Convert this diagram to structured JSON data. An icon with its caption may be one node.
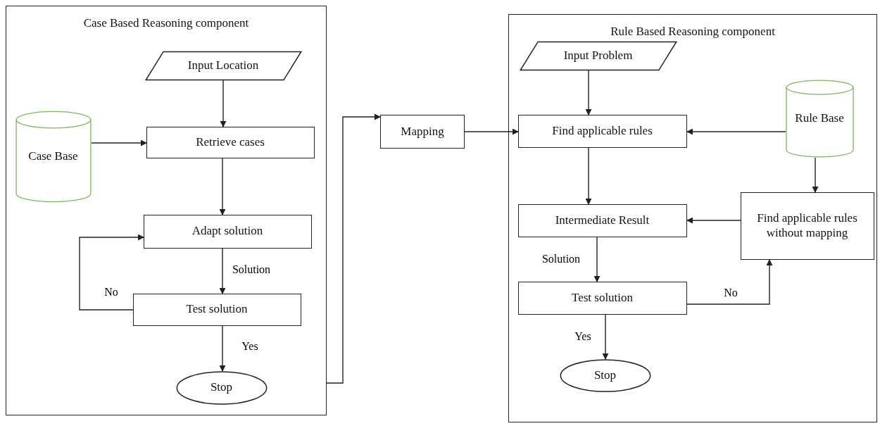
{
  "diagram": {
    "nodes": [
      {
        "text": [
          "Case Based Reasoning component"
        ]
      },
      {
        "text": [
          "Input Location"
        ],
        "in": 0
      },
      {
        "text": [
          "Case Base"
        ],
        "in": 0
      },
      {
        "text": [
          "Retrieve cases"
        ],
        "in": 0
      },
      {
        "text": [
          "Adapt solution"
        ],
        "in": 0
      },
      {
        "text": [
          "Test solution"
        ],
        "in": 0
      },
      {
        "text": [
          "Stop"
        ],
        "in": 0
      },
      {
        "text": [
          "Mapping"
        ]
      },
      {
        "text": [
          "Rule Based Reasoning component"
        ]
      },
      {
        "text": [
          "Input Problem"
        ],
        "in": 8
      },
      {
        "text": [
          "Find applicable rules"
        ],
        "in": 8
      },
      {
        "text": [
          "Rule Base"
        ],
        "in": 8
      },
      {
        "text": [
          "Intermediate Result"
        ],
        "in": 8
      },
      {
        "text": [
          "Find applicable rules without mapping"
        ],
        "in": 8
      },
      {
        "text": [
          "Test solution"
        ],
        "in": 8
      },
      {
        "text": [
          "Stop"
        ],
        "in": 8
      }
    ],
    "edges": [
      {
        "from": 1,
        "to": 3,
        "arrow": "to"
      },
      {
        "from": 2,
        "to": 3,
        "arrow": "to"
      },
      {
        "from": 3,
        "to": 4,
        "arrow": "to"
      },
      {
        "from": 4,
        "to": 5,
        "arrow": "to",
        "label": "Solution"
      },
      {
        "from": 5,
        "to": 4,
        "arrow": "to",
        "label": "No"
      },
      {
        "from": 5,
        "to": 6,
        "arrow": "to",
        "label": "Yes"
      },
      {
        "from": 0,
        "to": 7,
        "arrow": "to"
      },
      {
        "from": 7,
        "to": 10,
        "arrow": "to"
      },
      {
        "from": 9,
        "to": 10,
        "arrow": "to"
      },
      {
        "from": 11,
        "to": 10,
        "arrow": "to"
      },
      {
        "from": 10,
        "to": 12,
        "arrow": "to"
      },
      {
        "from": 11,
        "to": 13,
        "arrow": "to"
      },
      {
        "from": 13,
        "to": 12,
        "arrow": "to"
      },
      {
        "from": 12,
        "to": 14,
        "arrow": "to",
        "label": "Solution"
      },
      {
        "from": 14,
        "to": 13,
        "arrow": "to",
        "label": "No"
      },
      {
        "from": 14,
        "to": 15,
        "arrow": "to",
        "label": "Yes"
      }
    ]
  }
}
